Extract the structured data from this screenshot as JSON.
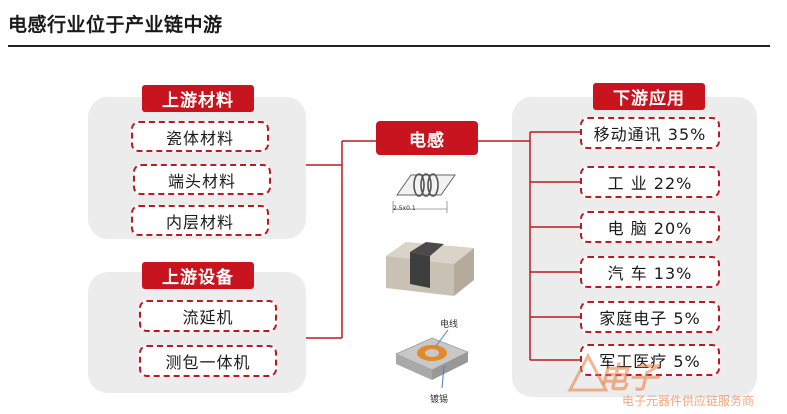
{
  "title": "电感行业位于产业链中游",
  "center": {
    "label": "电感"
  },
  "upstream_materials": {
    "header": "上游材料",
    "items": [
      "瓷体材料",
      "端头材料",
      "内层材料"
    ]
  },
  "upstream_equipment": {
    "header": "上游设备",
    "items": [
      "流延机",
      "测包一体机"
    ]
  },
  "downstream": {
    "header": "下游应用",
    "items": [
      "移动通讯 35%",
      "工 业 22%",
      "电 脑 20%",
      "汽 车 13%",
      "家庭电子 5%",
      "军工医疗 5%"
    ]
  },
  "diagram_labels": {
    "wire": "电线",
    "plating": "镀锡",
    "dimension": "2.5x0.1"
  },
  "watermark": {
    "brand": "电子",
    "sub": "电子元器件供应链服务商"
  },
  "colors": {
    "accent": "#c8141e",
    "panel": "#ececec"
  }
}
